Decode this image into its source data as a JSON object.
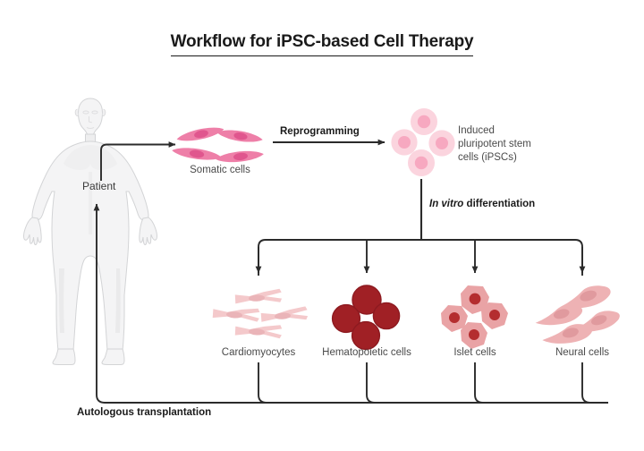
{
  "title": {
    "text": "Workflow for iPSC-based Cell Therapy",
    "underlined": true
  },
  "colors": {
    "body_fill": "#f4f4f5",
    "body_stroke": "#d3d4d6",
    "somatic_cell": "#ee7fa8",
    "somatic_nucleus": "#e4579021",
    "ipsc_cell": "#fbd4de",
    "ipsc_nucleus": "#f7a8c0",
    "cardiomyocyte": "#f4c9cb",
    "cardiomyocyte_nucleus": "#eab4b8",
    "hematopoietic_cell": "#a02025",
    "hematopoietic_stroke": "#8d1a20",
    "islet_cell": "#e9a3a5",
    "islet_nucleus": "#b42d2f",
    "neural_cell": "#eeb2b4",
    "neural_nucleus": "#e09a9e",
    "arrow": "#2b2b2b",
    "text_dark": "#1a1a1a",
    "text_body": "#4a4a4a"
  },
  "nodes": {
    "patient": {
      "label": "Patient",
      "icon": "human-body-icon"
    },
    "somatic": {
      "label": "Somatic cells",
      "icon": "spindle-cells-icon",
      "count": 4
    },
    "ipsc": {
      "label_lines": [
        "Induced",
        "pluripotent stem",
        "cells (iPSCs)"
      ],
      "label": "Induced pluripotent stem cells (iPSCs)",
      "icon": "round-stem-cells-icon",
      "count": 4
    },
    "cardiomyocytes": {
      "label": "Cardiomyocytes",
      "icon": "cardiomyocyte-cells-icon",
      "count": 4
    },
    "hematopoietic": {
      "label": "Hematopoietic cells",
      "icon": "blood-cells-icon",
      "count": 4
    },
    "islet": {
      "label": "Islet cells",
      "icon": "islet-cells-icon",
      "count": 4
    },
    "neural": {
      "label": "Neural cells",
      "icon": "neural-cells-icon",
      "count": 4
    }
  },
  "edges": {
    "reprogramming": {
      "label": "Reprogramming",
      "style": "bold",
      "direction": "right"
    },
    "differentiation": {
      "label_italic": "In vitro",
      "label_rest": "differentiation",
      "label": "In vitro differentiation",
      "style": "bold",
      "direction": "down"
    },
    "transplantation": {
      "label": "Autologous transplantation",
      "style": "bold",
      "direction": "left-up"
    }
  }
}
